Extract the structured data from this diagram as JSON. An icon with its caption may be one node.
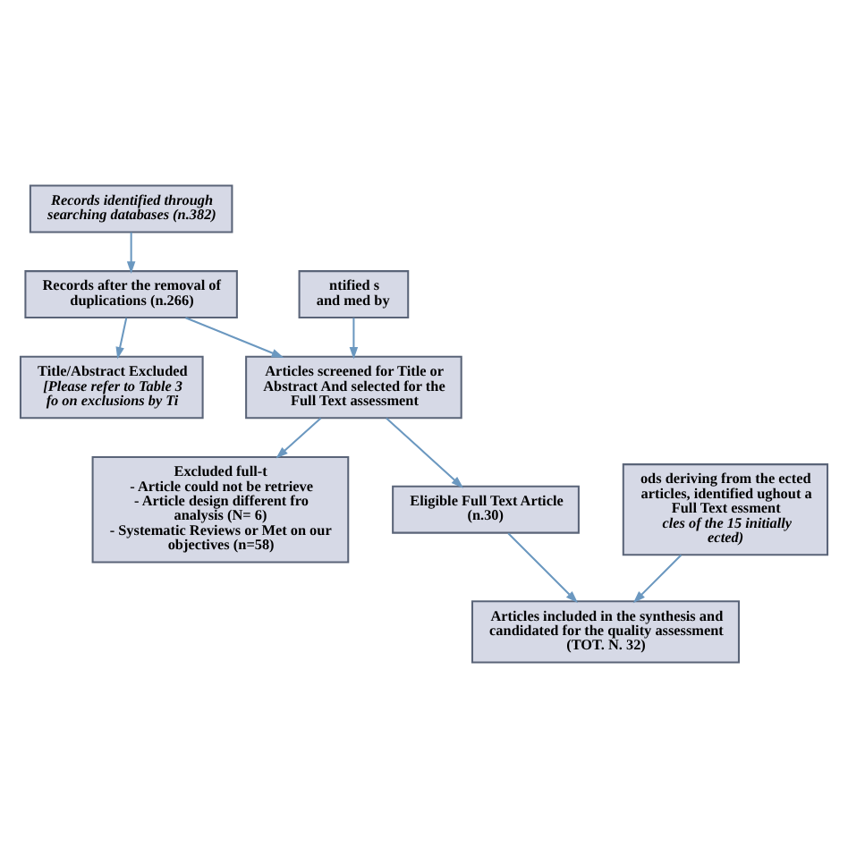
{
  "diagram": {
    "nodes": [
      {
        "text": [
          "Records identified through searching databases (n.382)"
        ]
      },
      {
        "text": [
          "Records after the removal of duplications (n.266)"
        ]
      },
      {
        "text": [
          "ntified s and med by"
        ]
      },
      {
        "text": [
          "Title/Abstract Excluded",
          "[Please refer to Table 3 fo on exclusions by Ti"
        ]
      },
      {
        "text": [
          "Articles screened for Title or Abstract And selected for the Full Text assessment"
        ]
      },
      {
        "text": [
          "Excluded full-t",
          "- Article could not be retrieve",
          "- Article design different fro analysis (N= 6)",
          "- Systematic Reviews or Met on our objectives (n=58)"
        ]
      },
      {
        "text": [
          "Eligible Full Text Article (n.30)"
        ]
      },
      {
        "text": [
          "ods deriving from the ected articles, identified ughout a Full Text essment",
          "cles of the 15 initially ected)"
        ]
      },
      {
        "text": [
          "Articles included in the synthesis and candidated for the quality assessment (TOT. N. 32)"
        ]
      }
    ],
    "edges": [
      {
        "from": 0,
        "to": 1,
        "arrow": "to"
      },
      {
        "from": 1,
        "to": 4,
        "arrow": "to"
      },
      {
        "from": 1,
        "to": 3,
        "arrow": "to"
      },
      {
        "from": 2,
        "to": 4,
        "arrow": "to"
      },
      {
        "from": 4,
        "to": 6,
        "arrow": "to"
      },
      {
        "from": 4,
        "to": 5,
        "arrow": "to"
      },
      {
        "from": 6,
        "to": 8,
        "arrow": "to"
      },
      {
        "from": 7,
        "to": 8,
        "arrow": "to"
      }
    ]
  }
}
